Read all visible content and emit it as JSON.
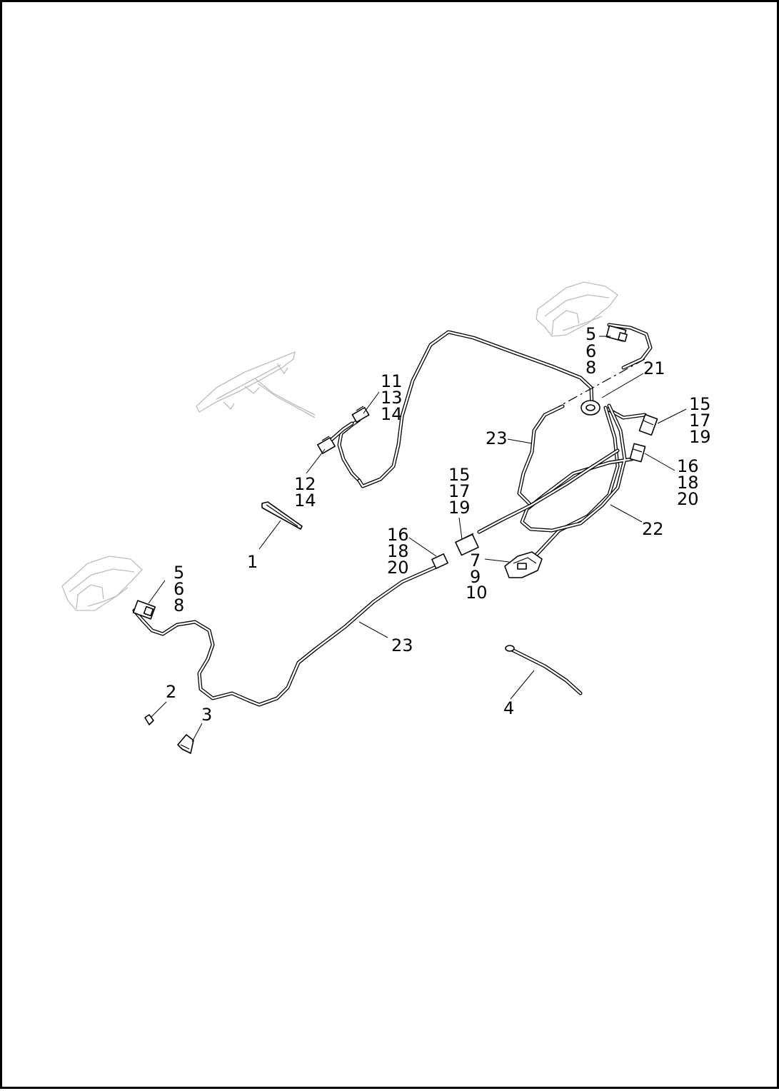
{
  "callouts": {
    "c1": "1",
    "c2": "2",
    "c3": "3",
    "c4": "4",
    "c5_6_8_upper": [
      "5",
      "6",
      "8"
    ],
    "c5_6_8_lower": [
      "5",
      "6",
      "8"
    ],
    "c7_9_10": [
      "7",
      "9",
      "10"
    ],
    "c11_13_14": [
      "11",
      "13",
      "14"
    ],
    "c12_14": [
      "12",
      "14"
    ],
    "c15_17_19_right": [
      "15",
      "17",
      "19"
    ],
    "c15_17_19_center": [
      "15",
      "17",
      "19"
    ],
    "c16_18_20_right": [
      "16",
      "18",
      "20"
    ],
    "c16_18_20_center": [
      "16",
      "18",
      "20"
    ],
    "c21": "21",
    "c22": "22",
    "c23_upper": "23",
    "c23_lower": "23"
  }
}
